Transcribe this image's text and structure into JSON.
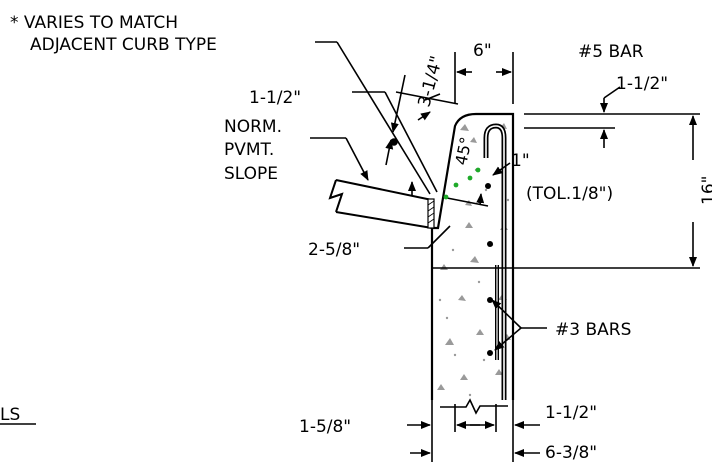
{
  "labels": {
    "varies_line1": "* VARIES TO MATCH",
    "varies_line2": "ADJACENT CURB TYPE",
    "top_width": "6\"",
    "bar5": "#5 BAR",
    "top_cover": "1-1/2\"",
    "slope_dim": "3-1/4\"",
    "left_cover": "1-1/2\"",
    "norm": "NORM.",
    "pvmt": "PVMT.",
    "slope": "SLOPE",
    "angle": "45°",
    "one_inch": "1\"",
    "tol": "(TOL.1/8\")",
    "height": "16\"",
    "lip": "2-5/8\"",
    "bar3": "#3 BARS",
    "left_bottom": "1-5/8\"",
    "right_bottom": "1-1/2\"",
    "overall_bottom": "6-3/8\"",
    "partial_title": "LS"
  },
  "colors": {
    "line": "#000000",
    "accent": "#1faa2a",
    "hatch": "#9a9a9a"
  }
}
